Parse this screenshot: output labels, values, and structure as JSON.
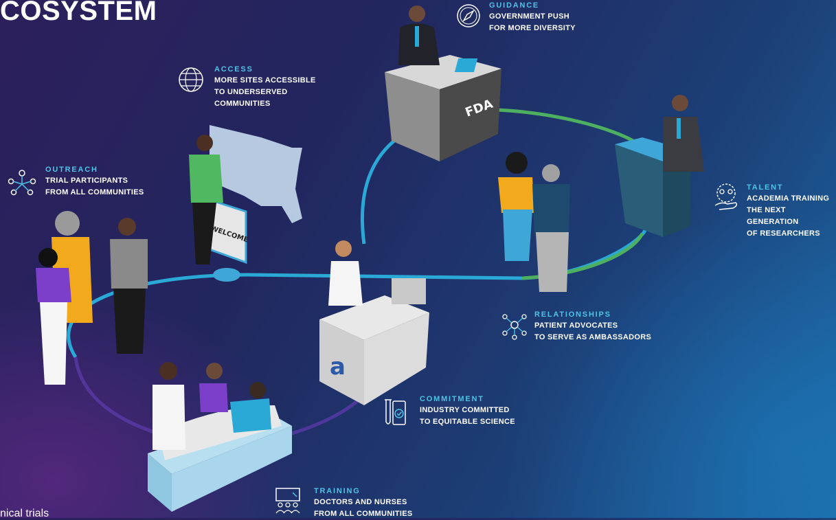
{
  "title": "COSYSTEM",
  "footnote": "nical trials",
  "colors": {
    "accent": "#4fc3e6",
    "text": "#ffffff"
  },
  "labels": {
    "guidance": {
      "heading": "GUIDANCE",
      "lines": [
        "GOVERNMENT PUSH",
        "FOR MORE DIVERSITY"
      ],
      "icon": "compass-icon"
    },
    "access": {
      "heading": "ACCESS",
      "lines": [
        "MORE SITES ACCESSIBLE",
        "TO UNDERSERVED",
        "COMMUNITIES"
      ],
      "icon": "globe-icon"
    },
    "outreach": {
      "heading": "OUTREACH",
      "lines": [
        "TRIAL PARTICIPANTS",
        "FROM ALL COMMUNITIES"
      ],
      "icon": "people-network-icon"
    },
    "talent": {
      "heading": "TALENT",
      "lines": [
        "ACADEMIA TRAINING",
        "THE NEXT GENERATION",
        "OF RESEARCHERS"
      ],
      "icon": "hand-people-icon"
    },
    "relationships": {
      "heading": "RELATIONSHIPS",
      "lines": [
        "PATIENT ADVOCATES",
        "TO SERVE AS AMBASSADORS"
      ],
      "icon": "network-icon"
    },
    "commitment": {
      "heading": "COMMITMENT",
      "lines": [
        "INDUSTRY COMMITTED",
        "TO EQUITABLE SCIENCE"
      ],
      "icon": "test-tube-check-icon"
    },
    "training": {
      "heading": "TRAINING",
      "lines": [
        "DOCTORS AND NURSES",
        "FROM ALL COMMUNITIES"
      ],
      "icon": "teacher-icon"
    }
  },
  "scene": {
    "fda_desk_text": "FDA",
    "welcome_sign_text": "WELCOME"
  }
}
